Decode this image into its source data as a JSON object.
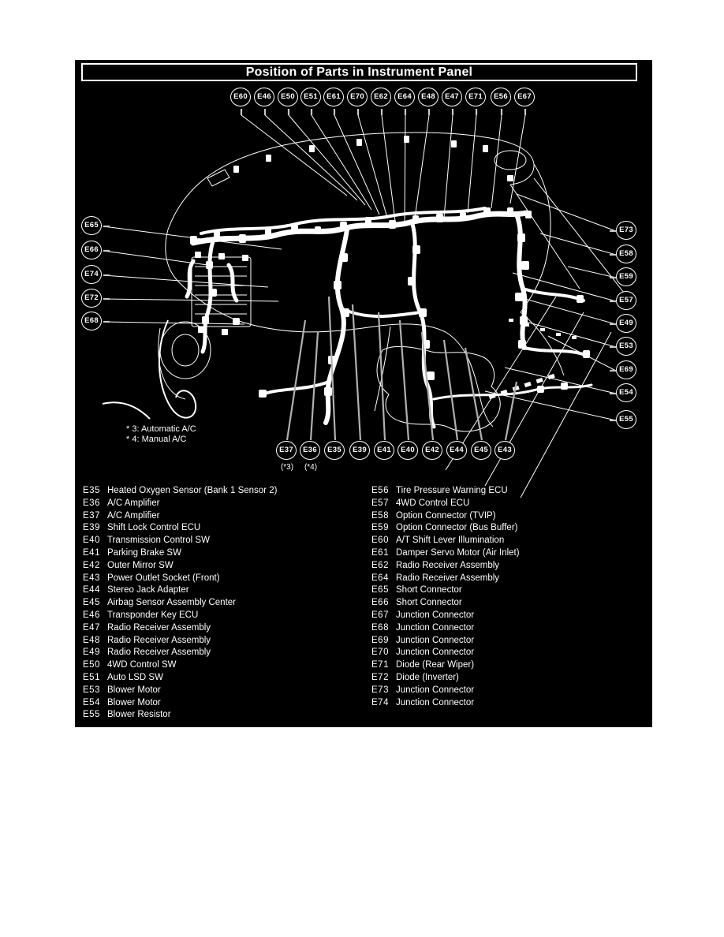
{
  "title": "Position of Parts in Instrument Panel",
  "notes": {
    "line1": "* 3: Automatic A/C",
    "line2": "* 4: Manual A/C"
  },
  "callouts": {
    "top": [
      "E60",
      "E46",
      "E50",
      "E51",
      "E61",
      "E70",
      "E62",
      "E64",
      "E48",
      "E47",
      "E71",
      "E56",
      "E67"
    ],
    "left": [
      "E65",
      "E66",
      "E74",
      "E72",
      "E68"
    ],
    "right": [
      "E73",
      "E58",
      "E59",
      "E57",
      "E49",
      "E53",
      "E69",
      "E54",
      "E55"
    ],
    "bottom": [
      "E37",
      "E36",
      "E35",
      "E39",
      "E41",
      "E40",
      "E42",
      "E44",
      "E45",
      "E43"
    ],
    "bottom_footnotes": [
      "(*3)",
      "(*4)"
    ]
  },
  "legend": {
    "left": [
      {
        "code": "E35",
        "desc": "Heated Oxygen Sensor (Bank 1 Sensor 2)"
      },
      {
        "code": "E36",
        "desc": "A/C Amplifier"
      },
      {
        "code": "E37",
        "desc": "A/C Amplifier"
      },
      {
        "code": "E39",
        "desc": "Shift Lock Control ECU"
      },
      {
        "code": "E40",
        "desc": "Transmission Control SW"
      },
      {
        "code": "E41",
        "desc": "Parking Brake SW"
      },
      {
        "code": "E42",
        "desc": "Outer Mirror SW"
      },
      {
        "code": "E43",
        "desc": "Power Outlet Socket (Front)"
      },
      {
        "code": "E44",
        "desc": "Stereo Jack Adapter"
      },
      {
        "code": "E45",
        "desc": "Airbag Sensor Assembly Center"
      },
      {
        "code": "E46",
        "desc": "Transponder Key ECU"
      },
      {
        "code": "E47",
        "desc": "Radio Receiver Assembly"
      },
      {
        "code": "E48",
        "desc": "Radio Receiver Assembly"
      },
      {
        "code": "E49",
        "desc": "Radio Receiver Assembly"
      },
      {
        "code": "E50",
        "desc": "4WD Control SW"
      },
      {
        "code": "E51",
        "desc": "Auto LSD SW"
      },
      {
        "code": "E53",
        "desc": "Blower Motor"
      },
      {
        "code": "E54",
        "desc": "Blower Motor"
      },
      {
        "code": "E55",
        "desc": "Blower Resistor"
      }
    ],
    "right": [
      {
        "code": "E56",
        "desc": "Tire Pressure Warning ECU"
      },
      {
        "code": "E57",
        "desc": "4WD Control ECU"
      },
      {
        "code": "E58",
        "desc": "Option Connector (TVIP)"
      },
      {
        "code": "E59",
        "desc": "Option Connector (Bus Buffer)"
      },
      {
        "code": "E60",
        "desc": "A/T Shift Lever Illumination"
      },
      {
        "code": "E61",
        "desc": "Damper Servo Motor (Air Inlet)"
      },
      {
        "code": "E62",
        "desc": "Radio Receiver Assembly"
      },
      {
        "code": "E64",
        "desc": "Radio Receiver Assembly"
      },
      {
        "code": "E65",
        "desc": "Short Connector"
      },
      {
        "code": "E66",
        "desc": "Short Connector"
      },
      {
        "code": "E67",
        "desc": "Junction Connector"
      },
      {
        "code": "E68",
        "desc": "Junction Connector"
      },
      {
        "code": "E69",
        "desc": "Junction Connector"
      },
      {
        "code": "E70",
        "desc": "Junction Connector"
      },
      {
        "code": "E71",
        "desc": "Diode (Rear Wiper)"
      },
      {
        "code": "E72",
        "desc": "Diode (Inverter)"
      },
      {
        "code": "E73",
        "desc": "Junction Connector"
      },
      {
        "code": "E74",
        "desc": "Junction Connector"
      }
    ]
  },
  "colors": {
    "panel_background": "#000000",
    "line_and_text": "#ffffff"
  }
}
